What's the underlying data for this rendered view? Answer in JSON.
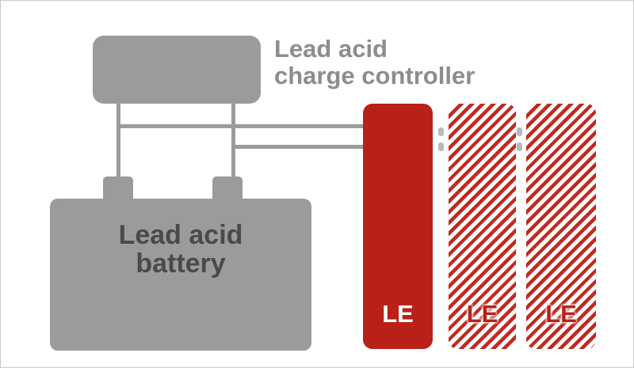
{
  "title": {
    "line1": "Lead acid",
    "line2": "charge controller"
  },
  "battery": {
    "line1": "Lead acid",
    "line2": "battery"
  },
  "modules": [
    {
      "label": "LE",
      "style": "solid"
    },
    {
      "label": "LE",
      "style": "hatched"
    },
    {
      "label": "LE",
      "style": "hatched"
    }
  ],
  "colors": {
    "module_red": "#b92118",
    "component_gray": "#9b9b9c",
    "title_text": "#8d8d8d",
    "battery_text": "#4a4a4a"
  }
}
